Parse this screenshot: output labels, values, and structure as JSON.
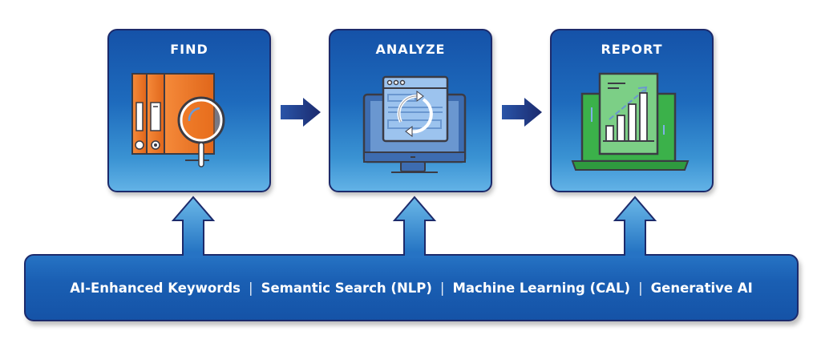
{
  "diagram": {
    "steps": [
      {
        "title": "FIND",
        "icon": "binders-magnifier-icon"
      },
      {
        "title": "ANALYZE",
        "icon": "monitor-refresh-icon"
      },
      {
        "title": "REPORT",
        "icon": "laptop-bar-chart-icon"
      }
    ],
    "flow_arrows": [
      "right-arrow-icon",
      "right-arrow-icon"
    ],
    "foundation": {
      "items": [
        "AI-Enhanced Keywords",
        "Semantic Search (NLP)",
        "Machine Learning (CAL)",
        "Generative AI"
      ],
      "separator": "|"
    },
    "colors": {
      "box_top": "#1552a8",
      "box_bottom": "#62b2e6",
      "border": "#1c2a6b",
      "arrow": "#1e2f78",
      "find_orange": "#ef7a25",
      "report_green": "#3bb14a",
      "analyze_blue": "#7fb1e6"
    }
  }
}
